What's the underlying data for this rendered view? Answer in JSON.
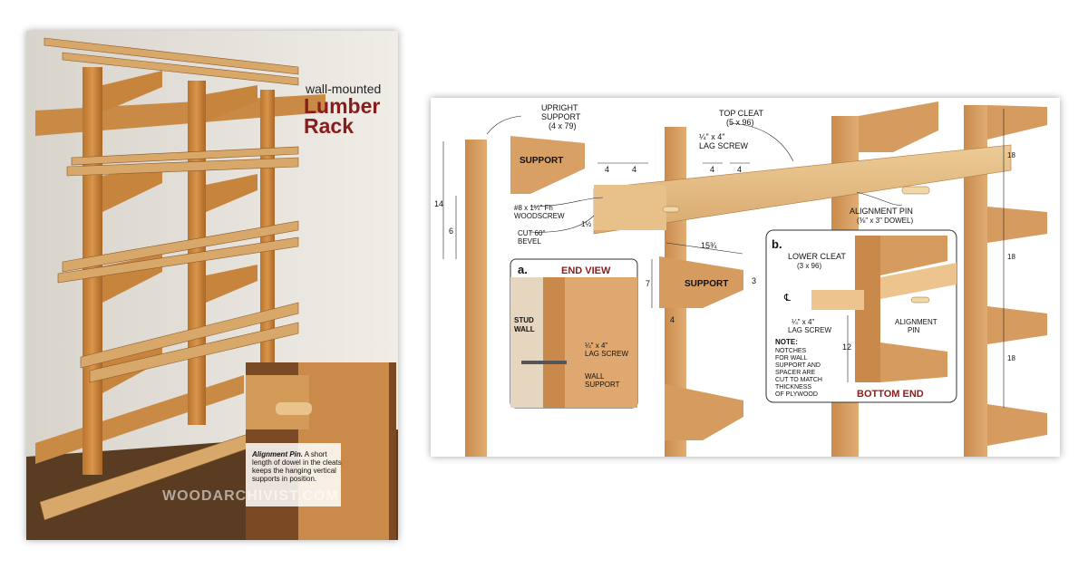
{
  "photo": {
    "title_small": "wall-mounted",
    "title_line1": "Lumber",
    "title_line2": "Rack",
    "inset_caption_bold": "Alignment Pin.",
    "inset_caption_text": "A short length of dowel in the cleats keeps the hanging vertical supports in position.",
    "watermark": "WOODARCHIVIST.COM"
  },
  "diagram": {
    "upright_support": "UPRIGHT",
    "upright_support2": "SUPPORT",
    "upright_dims": "(4 x 79)",
    "support_label": "SUPPORT",
    "top_cleat": "TOP CLEAT",
    "top_cleat_dims": "(5 x 96)",
    "lag_screw_top": "¼\" x 4\"",
    "lag_screw_top2": "LAG SCREW",
    "woodscrew": "#8 x 1¼\" Fh",
    "woodscrew2": "WOODSCREW",
    "cut_bevel": "CUT 60°",
    "cut_bevel2": "BEVEL",
    "alignment_pin": "ALIGNMENT PIN",
    "alignment_pin_dims": "(⅜\" x 3\" DOWEL)",
    "dim_14": "14",
    "dim_6": "6",
    "dim_1half": "1½",
    "dim_4a": "4",
    "dim_4b": "4",
    "dim_4c": "4",
    "dim_4d": "4",
    "dim_15": "15¾",
    "dim_7": "7",
    "dim_3": "3",
    "dim_4e": "4",
    "dim_18a": "18",
    "dim_18b": "18",
    "dim_18c": "18",
    "dim_12": "12",
    "inset_a_letter": "a.",
    "inset_a_title": "END VIEW",
    "stud_wall": "STUD",
    "stud_wall2": "WALL",
    "lag_screw_a": "¼\" x 4\"",
    "lag_screw_a2": "LAG SCREW",
    "wall_support": "WALL",
    "wall_support2": "SUPPORT",
    "inset_b_letter": "b.",
    "lower_cleat": "LOWER CLEAT",
    "lower_cleat_dims": "(3 x 96)",
    "lag_screw_b": "¼\" x 4\"",
    "lag_screw_b2": "LAG SCREW",
    "alignment_pin_b": "ALIGNMENT",
    "alignment_pin_b2": "PIN",
    "note_title": "NOTE:",
    "note_lines": [
      "NOTCHES",
      "FOR WALL",
      "SUPPORT AND",
      "SPACER ARE",
      "CUT TO MATCH",
      "THICKNESS",
      "OF PLYWOOD"
    ],
    "bottom_end": "BOTTOM END",
    "centerline": "℄"
  }
}
